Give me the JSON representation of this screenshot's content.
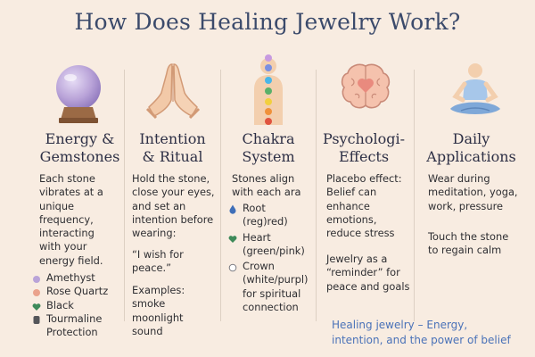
{
  "title": "How Does Healing Jewelry Work?",
  "columns": [
    {
      "heading": [
        "Energy &",
        "Gemstones"
      ],
      "icon": "crystal-ball-icon",
      "lines": [
        "Each stone",
        "vibrates at a",
        "unique",
        "frequency,",
        "interacting",
        "with your",
        "energy field."
      ],
      "stones": [
        {
          "label": "Amethyst",
          "icon": "purple-dot-icon",
          "color": "#b9a3d8"
        },
        {
          "label": "Rose Quartz",
          "icon": "pink-dot-icon",
          "color": "#eaa28c"
        },
        {
          "label": "Black",
          "icon": "green-heart-icon",
          "color": "#3e8a5a"
        },
        {
          "label": "Tourmaline",
          "icon": "black-stone-icon",
          "color": "#55565a"
        },
        {
          "label": "Protection",
          "icon": "",
          "color": ""
        }
      ]
    },
    {
      "heading": [
        "Intention",
        "& Ritual"
      ],
      "icon": "praying-hands-icon",
      "lines": [
        "Hold the stone,",
        "close your eyes,",
        "and set an",
        "intention before",
        "wearing:"
      ],
      "quote": [
        "“I wish for",
        "peace.”"
      ],
      "examples": [
        "Examples:",
        "smoke",
        "moonlight",
        "sound"
      ]
    },
    {
      "heading": [
        "Chakra",
        "System"
      ],
      "icon": "chakra-figure-icon",
      "lines": [
        "Stones align",
        "with each ara"
      ],
      "chakras": [
        {
          "icon": "blue-drop-icon",
          "color": "#3f6fb8",
          "lines": [
            "Root",
            "(reg)red)"
          ]
        },
        {
          "icon": "green-heart-icon",
          "color": "#3e8a5a",
          "lines": [
            "Heart",
            "(green/pink)"
          ]
        },
        {
          "icon": "white-circle-icon",
          "color": "#ffffff",
          "lines": [
            "Crown",
            "(white/purpl)",
            "for spiritual",
            "connection"
          ]
        }
      ]
    },
    {
      "heading": [
        "Psychologi-",
        "Effects"
      ],
      "icon": "brain-heart-icon",
      "lines": [
        "Placebo effect:",
        "Belief can",
        "enhance",
        "emotions,",
        "reduce stress"
      ],
      "lines2": [
        "Jewelry as a",
        "“reminder” for",
        "peace and goals"
      ]
    },
    {
      "heading": [
        "Daily",
        "Applications"
      ],
      "icon": "meditating-person-icon",
      "lines": [
        "Wear during",
        "meditation, yoga,",
        "work, pressure"
      ],
      "lines2": [
        "Touch the stone",
        "to regain calm"
      ]
    }
  ],
  "caption": [
    "Healing jewelry – Energy,",
    "intention, and the power of belief"
  ],
  "colors": {
    "background": "#f8ece1",
    "title": "#3b4a6b",
    "caption": "#4a72b8",
    "accent_purple": "#b9a3d8",
    "accent_green": "#3e8a5a",
    "accent_pink": "#eaa28c"
  }
}
